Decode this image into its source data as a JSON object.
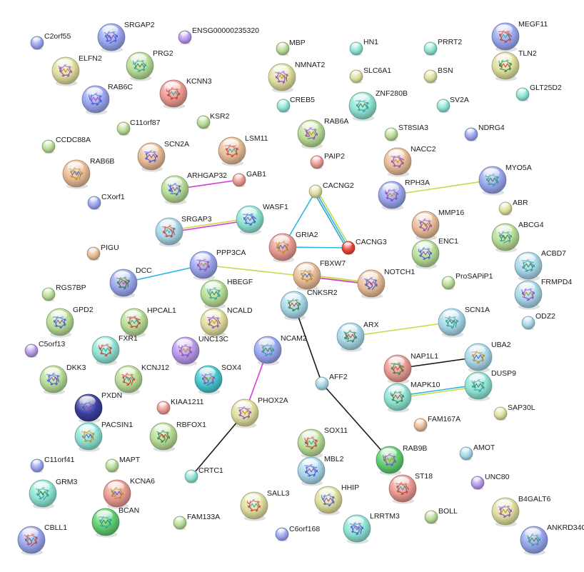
{
  "colors": {
    "aqua": "#8ee3d4",
    "sage": "#b8dc96",
    "blue": "#9aa6ee",
    "teal": "#a7d7e8",
    "tan": "#e7bc97",
    "salmon": "#e99a92",
    "olive": "#dede9e",
    "violet": "#b79ae9",
    "green": "#5fcf6f",
    "red": "#e8453b",
    "cyan": "#47c7cf",
    "navy": "#3d3e9c"
  },
  "edge_colors": {
    "coexpression": "#1a1a1a",
    "text_mining": "#c7d94a",
    "database": "#28b7e2",
    "experiment": "#d63bd6",
    "neighborhood": "#3aa1c2"
  },
  "nodes": [
    {
      "label": "C2orf55",
      "color": "blue"
    },
    {
      "label": "SRGAP2",
      "color": "blue"
    },
    {
      "label": "ENSG00000235320",
      "color": "violet"
    },
    {
      "label": "ELFN2",
      "color": "olive"
    },
    {
      "label": "PRG2",
      "color": "sage"
    },
    {
      "label": "MBP",
      "color": "sage"
    },
    {
      "label": "HN1",
      "color": "aqua"
    },
    {
      "label": "PRRT2",
      "color": "aqua"
    },
    {
      "label": "MEGF11",
      "color": "blue"
    },
    {
      "label": "NMNAT2",
      "color": "olive"
    },
    {
      "label": "SLC6A1",
      "color": "olive"
    },
    {
      "label": "BSN",
      "color": "olive"
    },
    {
      "label": "TLN2",
      "color": "olive"
    },
    {
      "label": "RAB6C",
      "color": "blue"
    },
    {
      "label": "KCNN3",
      "color": "salmon"
    },
    {
      "label": "CREB5",
      "color": "aqua"
    },
    {
      "label": "ZNF280B",
      "color": "aqua"
    },
    {
      "label": "SV2A",
      "color": "aqua"
    },
    {
      "label": "GLT25D2",
      "color": "aqua"
    },
    {
      "label": "C11orf87",
      "color": "sage"
    },
    {
      "label": "KSR2",
      "color": "sage"
    },
    {
      "label": "RAB6A",
      "color": "sage"
    },
    {
      "label": "ST8SIA3",
      "color": "sage"
    },
    {
      "label": "NDRG4",
      "color": "blue"
    },
    {
      "label": "CCDC88A",
      "color": "sage"
    },
    {
      "label": "SCN2A",
      "color": "tan"
    },
    {
      "label": "LSM11",
      "color": "tan"
    },
    {
      "label": "NACC2",
      "color": "tan"
    },
    {
      "label": "PAIP2",
      "color": "salmon"
    },
    {
      "label": "RAB6B",
      "color": "tan"
    },
    {
      "label": "GAB1",
      "color": "salmon"
    },
    {
      "label": "ARHGAP32",
      "color": "sage"
    },
    {
      "label": "CACNG2",
      "color": "olive"
    },
    {
      "label": "RPH3A",
      "color": "blue"
    },
    {
      "label": "MYO5A",
      "color": "blue"
    },
    {
      "label": "CXorf1",
      "color": "blue"
    },
    {
      "label": "ABR",
      "color": "olive"
    },
    {
      "label": "WASF1",
      "color": "aqua"
    },
    {
      "label": "SRGAP3",
      "color": "teal"
    },
    {
      "label": "MMP16",
      "color": "tan"
    },
    {
      "label": "ABCG4",
      "color": "sage"
    },
    {
      "label": "GRIA2",
      "color": "salmon"
    },
    {
      "label": "CACNG3",
      "color": "red"
    },
    {
      "label": "ENC1",
      "color": "sage"
    },
    {
      "label": "PIGU",
      "color": "tan"
    },
    {
      "label": "PPP3CA",
      "color": "blue"
    },
    {
      "label": "ACBD7",
      "color": "teal"
    },
    {
      "label": "FBXW7",
      "color": "tan"
    },
    {
      "label": "DCC",
      "color": "blue"
    },
    {
      "label": "NOTCH1",
      "color": "tan"
    },
    {
      "label": "ProSAPiP1",
      "color": "sage"
    },
    {
      "label": "FRMPD4",
      "color": "teal"
    },
    {
      "label": "HBEGF",
      "color": "sage"
    },
    {
      "label": "RGS7BP",
      "color": "sage"
    },
    {
      "label": "CNKSR2",
      "color": "teal"
    },
    {
      "label": "GPD2",
      "color": "sage"
    },
    {
      "label": "HPCAL1",
      "color": "sage"
    },
    {
      "label": "NCALD",
      "color": "olive"
    },
    {
      "label": "SCN1A",
      "color": "teal"
    },
    {
      "label": "ODZ2",
      "color": "teal"
    },
    {
      "label": "ARX",
      "color": "teal"
    },
    {
      "label": "C5orf13",
      "color": "violet"
    },
    {
      "label": "FXR1",
      "color": "aqua"
    },
    {
      "label": "UNC13C",
      "color": "violet"
    },
    {
      "label": "NCAM2",
      "color": "blue"
    },
    {
      "label": "UBA2",
      "color": "teal"
    },
    {
      "label": "NAP1L1",
      "color": "salmon"
    },
    {
      "label": "DKK3",
      "color": "sage"
    },
    {
      "label": "KCNJ12",
      "color": "sage"
    },
    {
      "label": "SOX4",
      "color": "cyan"
    },
    {
      "label": "DUSP9",
      "color": "aqua"
    },
    {
      "label": "AFF2",
      "color": "teal"
    },
    {
      "label": "MAPK10",
      "color": "aqua"
    },
    {
      "label": "PXDN",
      "color": "navy"
    },
    {
      "label": "KIAA1211",
      "color": "salmon"
    },
    {
      "label": "PHOX2A",
      "color": "olive"
    },
    {
      "label": "SAP30L",
      "color": "olive"
    },
    {
      "label": "PACSIN1",
      "color": "aqua"
    },
    {
      "label": "RBFOX1",
      "color": "sage"
    },
    {
      "label": "FAM167A",
      "color": "tan"
    },
    {
      "label": "SOX11",
      "color": "sage"
    },
    {
      "label": "RAB9B",
      "color": "green"
    },
    {
      "label": "AMOT",
      "color": "teal"
    },
    {
      "label": "C11orf41",
      "color": "blue"
    },
    {
      "label": "MAPT",
      "color": "sage"
    },
    {
      "label": "MBL2",
      "color": "teal"
    },
    {
      "label": "ST18",
      "color": "salmon"
    },
    {
      "label": "UNC80",
      "color": "violet"
    },
    {
      "label": "GRM3",
      "color": "aqua"
    },
    {
      "label": "KCNA6",
      "color": "salmon"
    },
    {
      "label": "CRTC1",
      "color": "aqua"
    },
    {
      "label": "HHIP",
      "color": "olive"
    },
    {
      "label": "SALL3",
      "color": "olive"
    },
    {
      "label": "B4GALT6",
      "color": "olive"
    },
    {
      "label": "BCAN",
      "color": "green"
    },
    {
      "label": "BOLL",
      "color": "sage"
    },
    {
      "label": "FAM133A",
      "color": "sage"
    },
    {
      "label": "LRRTM3",
      "color": "aqua"
    },
    {
      "label": "CBLL1",
      "color": "blue"
    },
    {
      "label": "C6orf168",
      "color": "blue"
    },
    {
      "label": "ANKRD34C",
      "color": "blue"
    }
  ],
  "edges": [
    {
      "from": "ARHGAP32",
      "to": "GAB1",
      "types": [
        "experiment"
      ]
    },
    {
      "from": "SRGAP3",
      "to": "WASF1",
      "types": [
        "text_mining",
        "experiment"
      ]
    },
    {
      "from": "RPH3A",
      "to": "MYO5A",
      "types": [
        "text_mining"
      ]
    },
    {
      "from": "CACNG2",
      "to": "GRIA2",
      "types": [
        "database"
      ]
    },
    {
      "from": "CACNG2",
      "to": "CACNG3",
      "types": [
        "text_mining",
        "database",
        "neighborhood"
      ]
    },
    {
      "from": "GRIA2",
      "to": "CACNG3",
      "types": [
        "database"
      ]
    },
    {
      "from": "DCC",
      "to": "PPP3CA",
      "types": [
        "database"
      ]
    },
    {
      "from": "PPP3CA",
      "to": "NOTCH1",
      "types": [
        "text_mining"
      ]
    },
    {
      "from": "FBXW7",
      "to": "NOTCH1",
      "types": [
        "text_mining",
        "experiment"
      ]
    },
    {
      "from": "ARX",
      "to": "SCN1A",
      "types": [
        "text_mining"
      ]
    },
    {
      "from": "NAP1L1",
      "to": "UBA2",
      "types": [
        "coexpression"
      ]
    },
    {
      "from": "MAPK10",
      "to": "DUSP9",
      "types": [
        "database",
        "text_mining"
      ]
    },
    {
      "from": "NCAM2",
      "to": "PHOX2A",
      "types": [
        "experiment"
      ]
    },
    {
      "from": "PHOX2A",
      "to": "CRTC1",
      "types": [
        "coexpression"
      ]
    },
    {
      "from": "CNKSR2",
      "to": "AFF2",
      "types": [
        "coexpression"
      ]
    },
    {
      "from": "AFF2",
      "to": "RAB9B",
      "types": [
        "coexpression"
      ]
    }
  ]
}
